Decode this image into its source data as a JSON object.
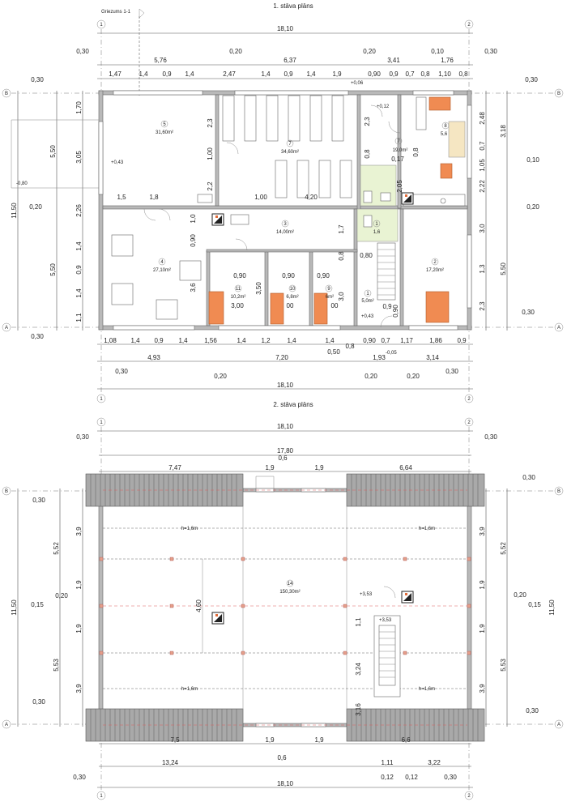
{
  "plan1": {
    "title": "1. stāva plāns",
    "section_label": "Griezums 1-1",
    "axis_cols": [
      "1",
      "2"
    ],
    "axis_rows": [
      "B",
      "A"
    ],
    "overall_width": "18,10",
    "top_dims_1": [
      "5,76",
      "0,20",
      "6,37",
      "0,20",
      "3,41",
      "0,10",
      "1,76"
    ],
    "top_dims_2": [
      "1,47",
      "1,4",
      "0,9",
      "1,4",
      "2,47",
      "1,4",
      "0,9",
      "1,4",
      "1,9",
      "0,90",
      "0,9",
      "0,7",
      "0,8",
      "1,10",
      "0,8"
    ],
    "edge_030": "0,30",
    "left_dims_outer": [
      "5,50",
      "5,50"
    ],
    "left_total": "11,50",
    "left_mid": "0,20",
    "left_dims_inner": [
      "1,70",
      "3,05",
      "2,26",
      "1,4",
      "0,9",
      "1,4",
      "1,1"
    ],
    "right_dims_outer": [
      "3,18",
      "5,50"
    ],
    "right_dims_inner": [
      "2,48",
      "0,7",
      "1,05",
      "2,22",
      "3,0",
      "1,3",
      "2,3"
    ],
    "right_small": [
      "0,10",
      "0,20",
      "0,30",
      "0,30"
    ],
    "bottom_dims_1": [
      "1,08",
      "1,4",
      "0,9",
      "1,4",
      "1,56",
      "1,4",
      "1,2",
      "1,4",
      "1,4",
      "0,8",
      "0,90",
      "0,7",
      "1,17",
      "1,86",
      "0,9"
    ],
    "bottom_dims_2": [
      "4,93",
      "7,20",
      "0,50",
      "1,93",
      "3,14"
    ],
    "bottom_dims_3": [
      "0,30",
      "0,20",
      "0,20",
      "0,20",
      "0,30"
    ],
    "bottom_total": "18,10",
    "rooms": [
      {
        "num": "5",
        "area": "31,60m²"
      },
      {
        "num": "7",
        "area": "34,60m²"
      },
      {
        "num": "7",
        "area": "19,0m²"
      },
      {
        "num": "8",
        "area": "5,6"
      },
      {
        "num": "3",
        "area": "14,00m²"
      },
      {
        "num": "4",
        "area": "27,10m²"
      },
      {
        "num": "11",
        "area": "10,2m²"
      },
      {
        "num": "10",
        "area": "6,8m²"
      },
      {
        "num": "9",
        "area": "6m²"
      },
      {
        "num": "1",
        "area": "5,0m²"
      },
      {
        "num": "2",
        "area": "17,20m²"
      },
      {
        "num": "1",
        "area": "1,6"
      }
    ],
    "interior_dims": [
      "2,3",
      "1,00",
      "2,2",
      "1,5",
      "1,8",
      "1,00",
      "4,20",
      "2,3",
      "0,8",
      "0,17",
      "0,8",
      "2,05",
      "1,0",
      "0,90",
      "1,7",
      "0,80",
      "0,90",
      "0,90",
      "0,90",
      "3,6",
      "3,50",
      "3,0",
      "3,00",
      "0,8",
      "0,9",
      "0,90",
      "00",
      "00"
    ],
    "levels": [
      "+0,43",
      "-0,80",
      "+0,06",
      "+0,12",
      "+0,43",
      "-0,05"
    ]
  },
  "plan2": {
    "title": "2. stāva plāns",
    "axis_cols": [
      "1",
      "2"
    ],
    "axis_rows": [
      "B",
      "A"
    ],
    "overall_width": "18,10",
    "inner_width": "17,80",
    "top_dims": [
      "7,47",
      "1,9",
      "0,6",
      "1,9",
      "6,64"
    ],
    "edge_030": "0,30",
    "left_dims_outer": [
      "5,52",
      "5,53"
    ],
    "left_total": "11,50",
    "left_mid": [
      "0,20",
      "0,15"
    ],
    "left_dims_inner": [
      "3,9",
      "1,9",
      "1,9",
      "3,9"
    ],
    "right_dims_outer": [
      "5,52",
      "5,53"
    ],
    "right_total": "11,50",
    "right_mid": [
      "0,20",
      "0,15"
    ],
    "right_dims_inner": [
      "3,9",
      "1,9",
      "1,9",
      "3,9"
    ],
    "room": {
      "num": "14",
      "area": "150,30m²"
    },
    "headroom": "h=1,6m",
    "interior_dims": [
      "4,60",
      "1,1",
      "3,24",
      "3,16"
    ],
    "levels": [
      "+3,53",
      "+3,53"
    ],
    "bottom_dims_1": [
      "7,5",
      "1,9",
      "1,9",
      "6,6"
    ],
    "bottom_dims_2": [
      "13,24",
      "0,6",
      "1,11",
      "3,22"
    ],
    "bottom_dims_3": [
      "0,30",
      "0,12",
      "0,12",
      "0,30"
    ],
    "bottom_total": "18,10"
  }
}
